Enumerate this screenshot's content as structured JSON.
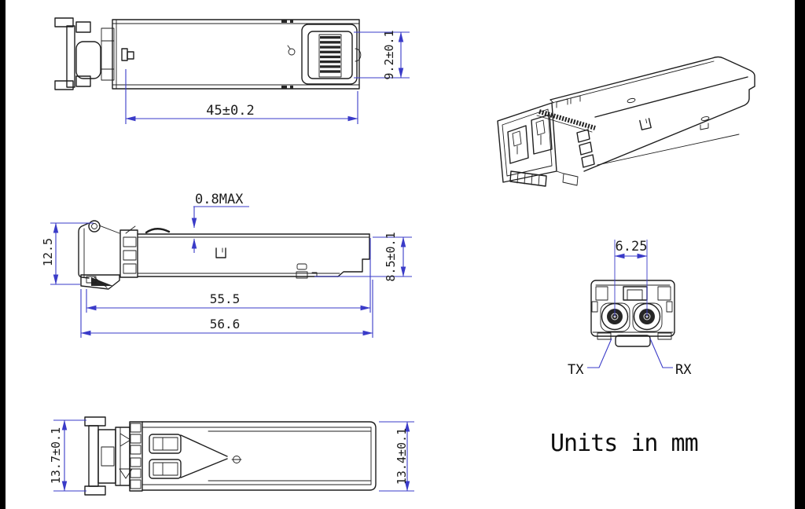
{
  "drawing": {
    "units_note": "Units in mm",
    "colors": {
      "dimension_blue": "#3a3bc8",
      "line_black": "#1e1e1e",
      "background": "#ffffff",
      "letterbox_bar": "#000000"
    },
    "views": {
      "top": {
        "title": "top-view",
        "dims": {
          "length": "45±0.2",
          "connector_height": "9.2±0.1"
        }
      },
      "side": {
        "title": "side-view",
        "dims": {
          "tab_protrusion": "0.8MAX",
          "overall_height": "12.5",
          "body_height": "8.5±0.1",
          "body_length": "55.5",
          "overall_length": "56.6"
        }
      },
      "bottom": {
        "title": "bottom-view",
        "dims": {
          "front_width": "13.7±0.1",
          "body_width": "13.4±0.1"
        }
      },
      "front": {
        "title": "front-view",
        "dims": {
          "port_pitch": "6.25"
        },
        "labels": {
          "tx": "TX",
          "rx": "RX"
        }
      },
      "iso": {
        "title": "isometric-view"
      }
    }
  }
}
